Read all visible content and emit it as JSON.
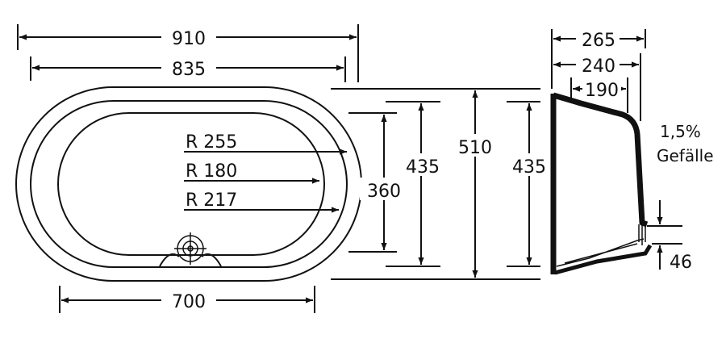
{
  "top_view": {
    "dim_overall_width": "910",
    "dim_inner_width": "835",
    "dim_bottom_width": "700",
    "radius_outer": "R 255",
    "radius_inner": "R 180",
    "radius_middle": "R 217",
    "dim_inner_height": "360",
    "dim_mid_height": "435"
  },
  "side_view": {
    "dim_overall_height": "510",
    "dim_mid_height": "435",
    "dim_top_depth": "265",
    "dim_mid_depth": "240",
    "dim_inner_depth": "190",
    "slope_value": "1,5%",
    "slope_label": "Gefälle",
    "dim_drain_height": "46"
  }
}
